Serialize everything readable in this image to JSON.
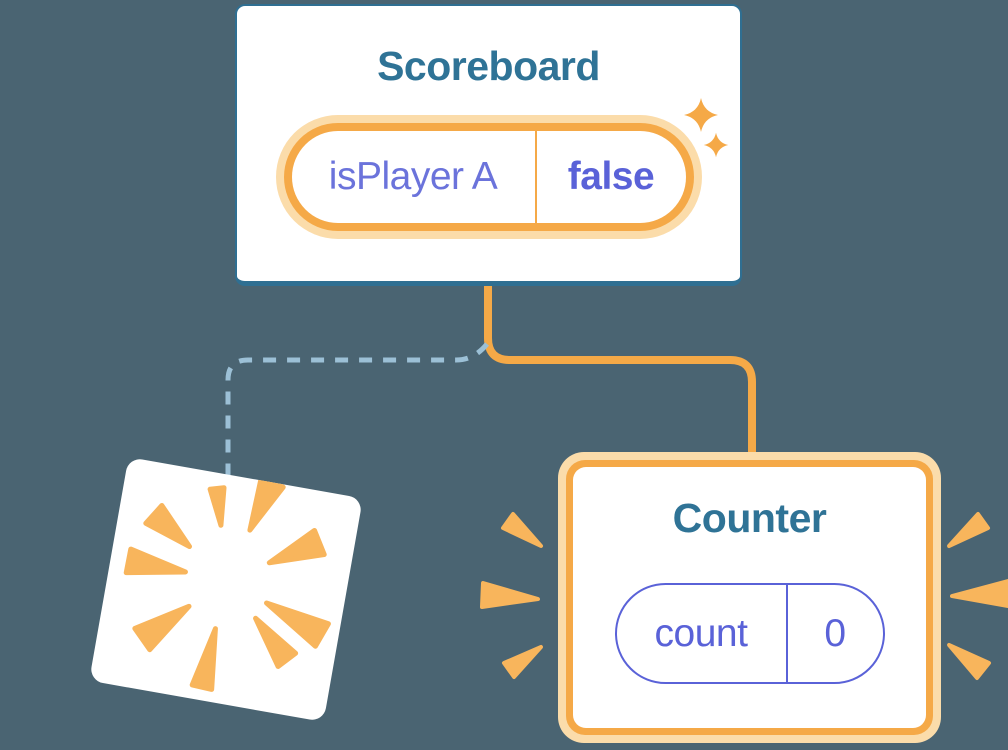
{
  "colors": {
    "background": "#4A6472",
    "card-border": "#2F6F92",
    "title": "#2F7396",
    "orange": "#F5A947",
    "orange-glow": "#FBDCAA",
    "burst": "#F8B55C",
    "indigo": "#5A62D8",
    "indigo-soft": "#6B73DB",
    "dash": "#9CC0D6"
  },
  "scoreboard": {
    "title": "Scoreboard",
    "state": {
      "name": "isPlayer A",
      "value": "false"
    }
  },
  "counter": {
    "title": "Counter",
    "state": {
      "name": "count",
      "value": "0"
    }
  }
}
